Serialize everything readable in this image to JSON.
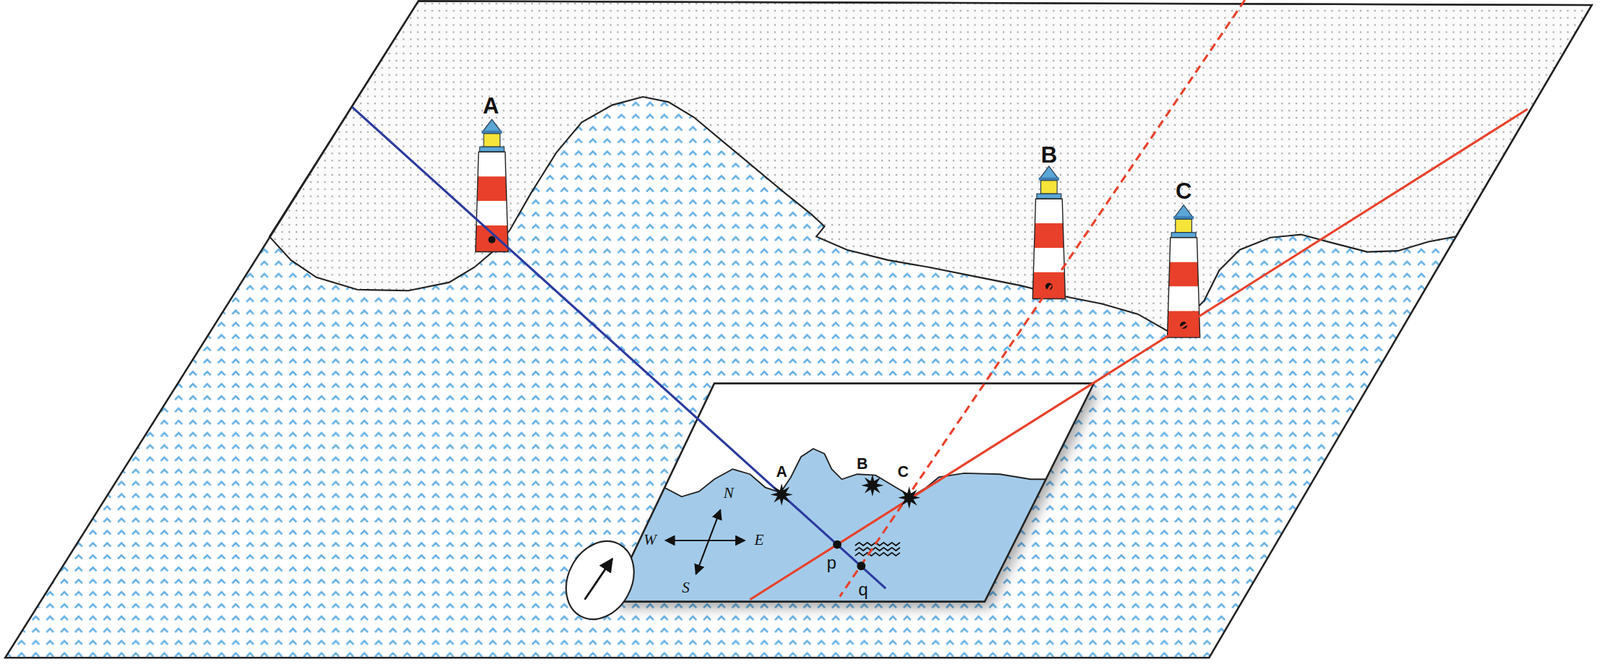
{
  "diagram": {
    "labels": [
      "A",
      "B",
      "C",
      "A",
      "B",
      "C",
      "N",
      "W",
      "E",
      "S",
      "p",
      "q"
    ]
  }
}
